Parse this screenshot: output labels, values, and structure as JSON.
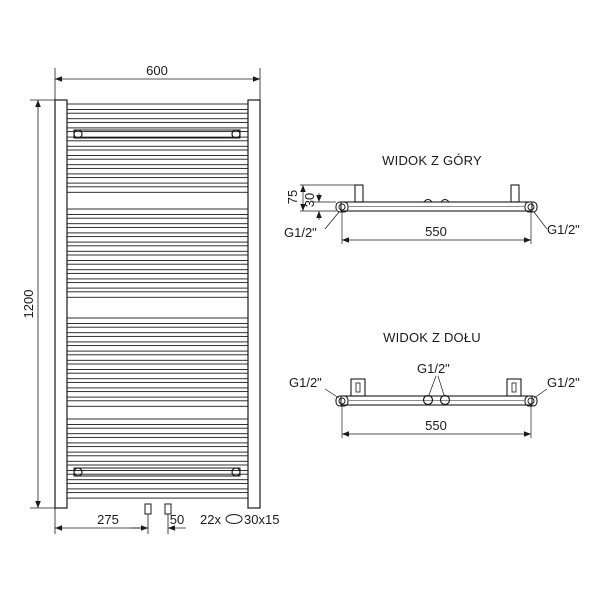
{
  "front": {
    "width_label": "600",
    "height_label": "1200",
    "left_offset_label": "275",
    "pipe_spacing_label": "50",
    "tube_spec_prefix": "22x",
    "tube_spec_suffix": "30x15"
  },
  "top_view": {
    "title": "WIDOK Z GÓRY",
    "depth_label": "75",
    "pipe_depth_label": "30",
    "left_connection_label": "G1/2\"",
    "right_connection_label": "G1/2\"",
    "span_label": "550"
  },
  "bottom_view": {
    "title": "WIDOK Z DOŁU",
    "left_connection_label": "G1/2\"",
    "center_connection_label": "G1/2\"",
    "right_connection_label": "G1/2\"",
    "span_label": "550"
  }
}
